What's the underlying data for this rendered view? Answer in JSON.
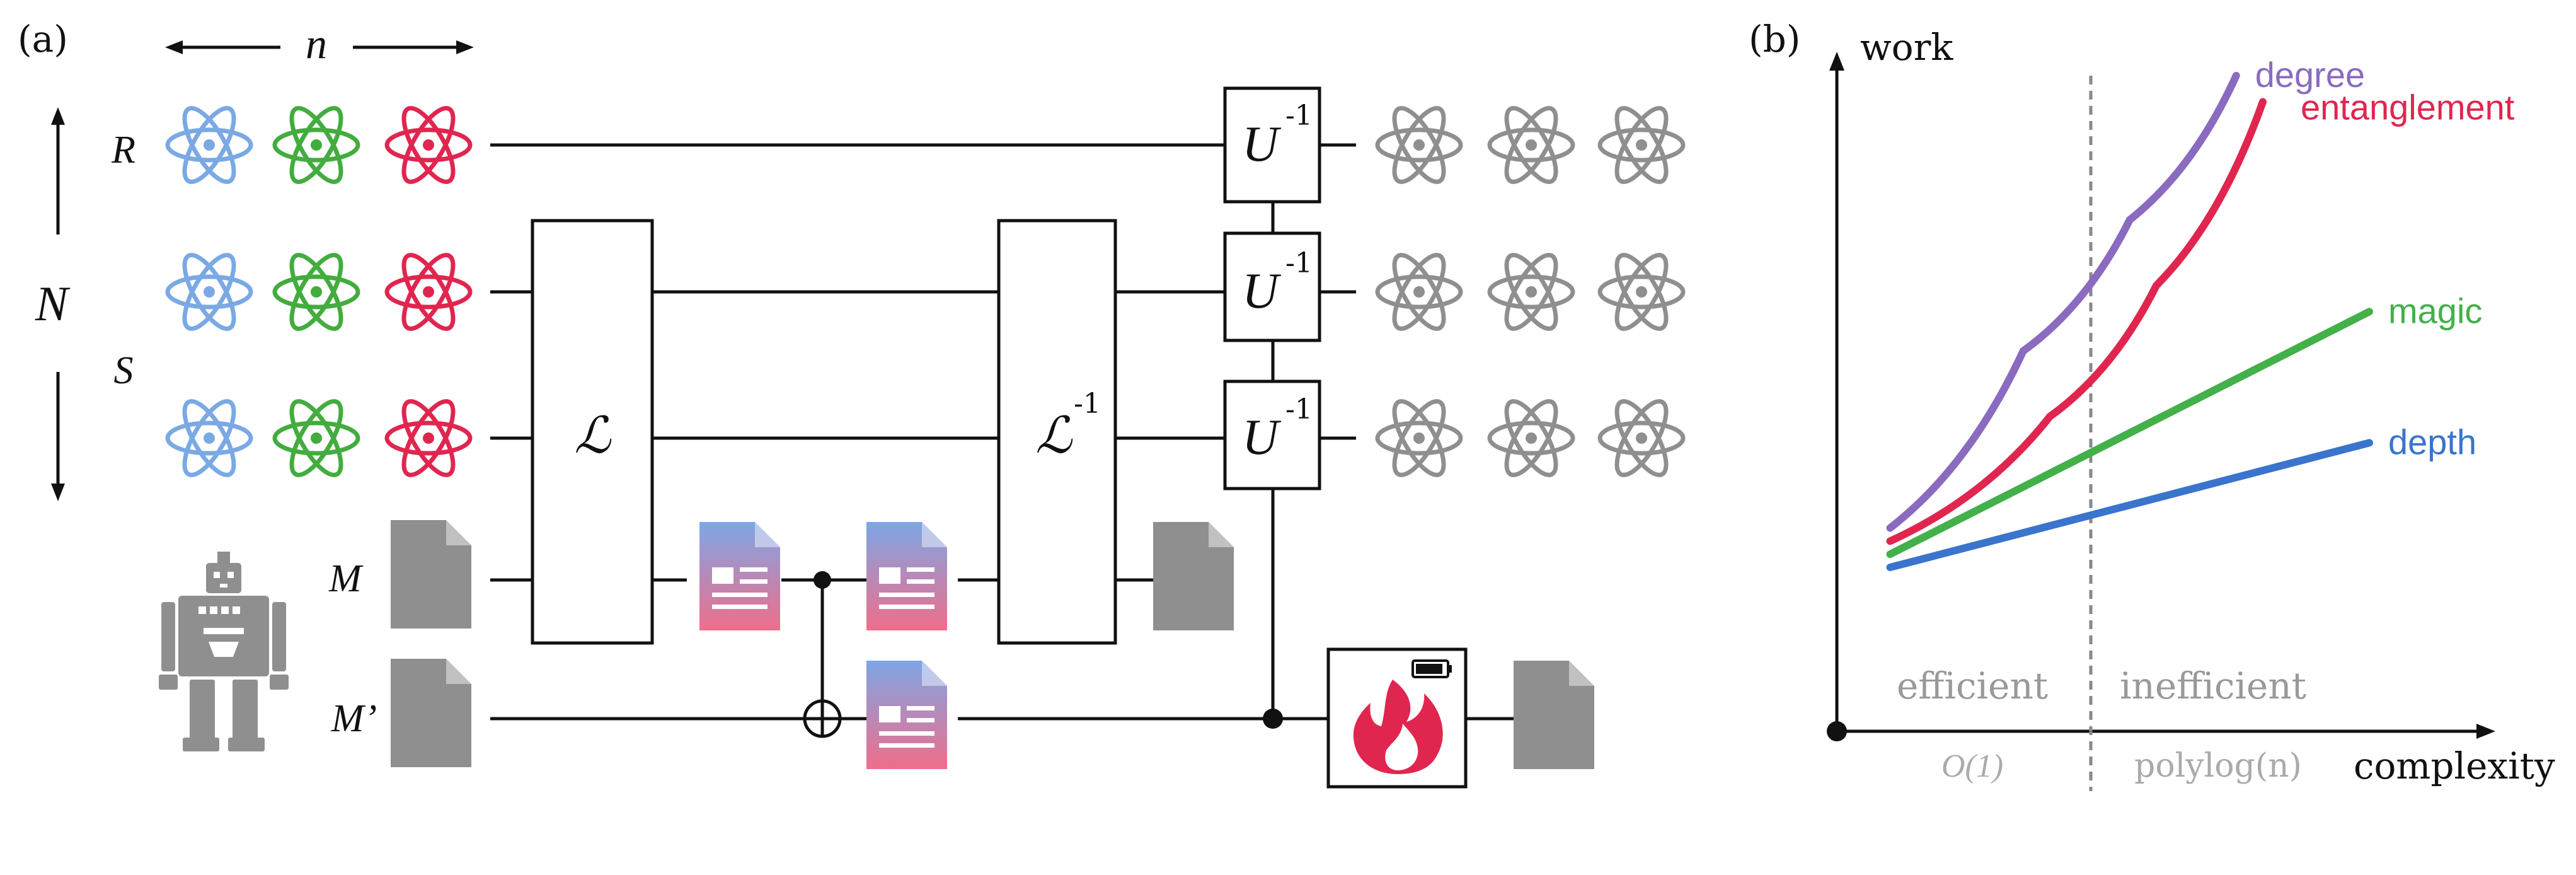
{
  "panel_a": {
    "label": "(a)",
    "n_label": "n",
    "N_label": "N",
    "rows": {
      "R": "R",
      "S": "S",
      "M": "M",
      "M_prime": "M’"
    },
    "L_label": "ℒ",
    "Linv_main": "ℒ",
    "Linv_sup": "-1",
    "U_main": "U",
    "U_sup": "-1",
    "atom_colors": [
      "#7aa9e4",
      "#43ac3e",
      "#e0264f"
    ],
    "grey": "#8f8f8f"
  },
  "panel_b": {
    "label": "(b)",
    "y_axis_label": "work",
    "x_axis_label": "complexity",
    "region_left": "efficient",
    "region_right": "inefficient",
    "tick_left": "O(1)",
    "tick_right": "polylog(n)"
  },
  "chart_data": {
    "type": "line",
    "title": "",
    "xlabel": "complexity",
    "ylabel": "work",
    "x_tick_labels": [
      "O(1)",
      "polylog(n)"
    ],
    "regions": [
      "efficient",
      "inefficient"
    ],
    "series": [
      {
        "name": "degree",
        "color": "#8a6bbf",
        "shape": "steep-convex",
        "points": [
          [
            0.1,
            0.31
          ],
          [
            0.35,
            0.58
          ],
          [
            0.55,
            0.78
          ],
          [
            0.75,
            1.0
          ]
        ]
      },
      {
        "name": "entanglement",
        "color": "#e0264f",
        "shape": "convex",
        "points": [
          [
            0.1,
            0.29
          ],
          [
            0.4,
            0.48
          ],
          [
            0.6,
            0.68
          ],
          [
            0.8,
            0.96
          ]
        ]
      },
      {
        "name": "magic",
        "color": "#43b04a",
        "shape": "linear",
        "points": [
          [
            0.1,
            0.27
          ],
          [
            1.0,
            0.64
          ]
        ]
      },
      {
        "name": "depth",
        "color": "#3a74cc",
        "shape": "linear",
        "points": [
          [
            0.1,
            0.25
          ],
          [
            1.0,
            0.44
          ]
        ]
      }
    ]
  }
}
